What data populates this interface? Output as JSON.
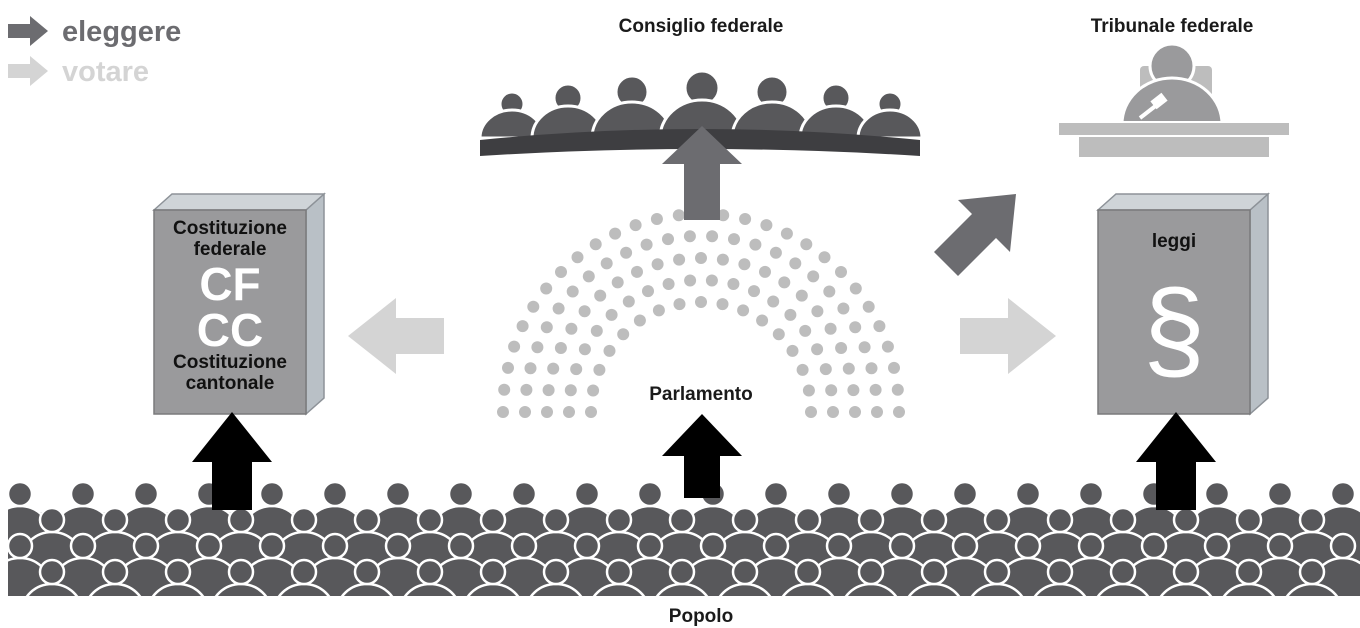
{
  "legend": {
    "elect_label": "eleggere",
    "vote_label": "votare"
  },
  "titles": {
    "federal_council": "Consiglio federale",
    "federal_court": "Tribunale federale",
    "parliament": "Parlamento",
    "people": "Popolo"
  },
  "constitution_book": {
    "line1": "Costituzione",
    "line2": "federale",
    "abbr1": "CF",
    "abbr2": "CC",
    "line3": "Costituzione",
    "line4": "cantonale"
  },
  "laws_book": {
    "title": "leggi",
    "symbol": "§"
  },
  "colors": {
    "elect_arrow": "#6c6c70",
    "vote_arrow": "#d4d4d4",
    "dark_figure": "#58585b",
    "seat_dot": "#bdbdbd",
    "book_cover": "#9a9a9c",
    "book_spine": "#b9c0c6"
  },
  "icons": {
    "legend_elect": "arrow-right-icon",
    "legend_vote": "arrow-right-icon",
    "paragraph": "section-sign-icon"
  }
}
